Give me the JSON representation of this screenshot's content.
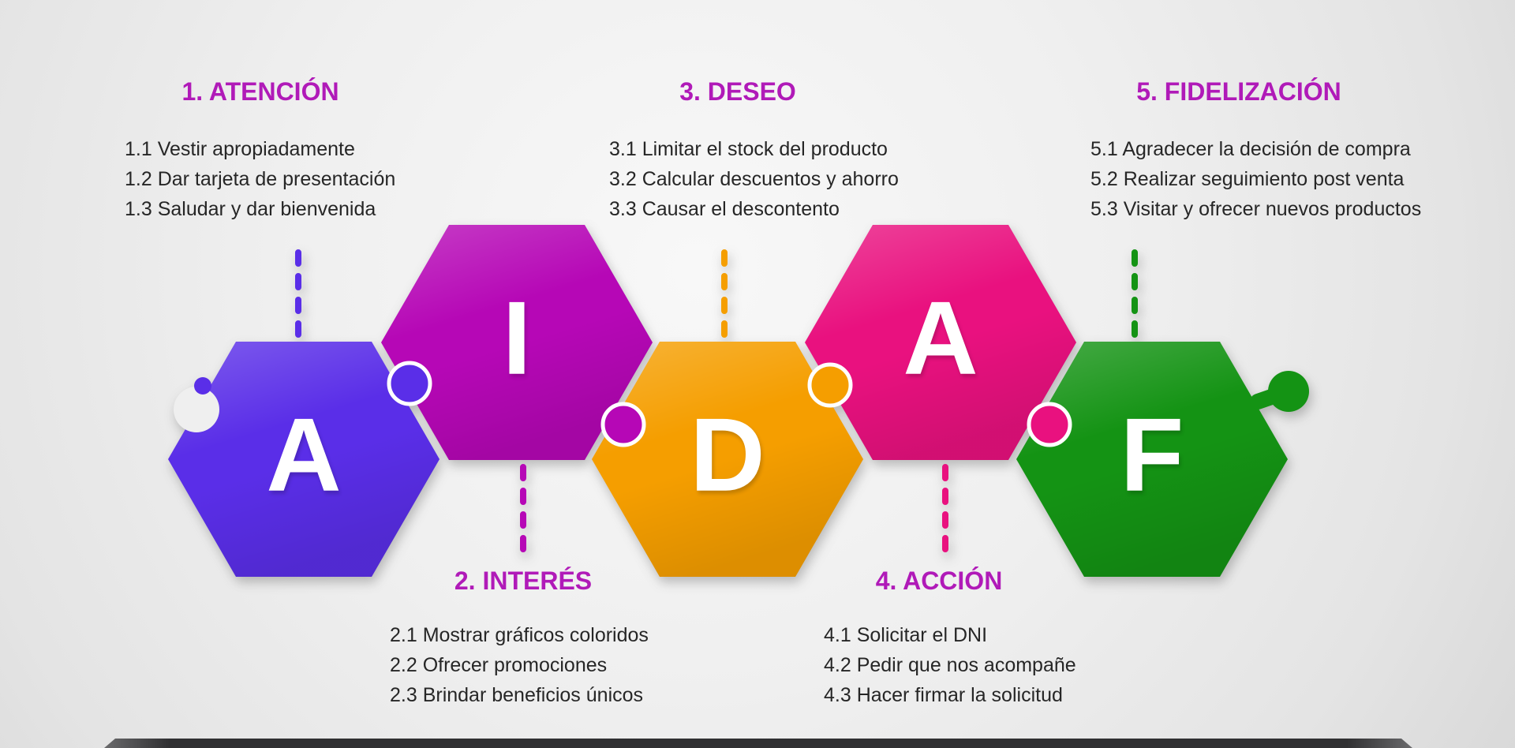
{
  "title": "AIDAF sales process puzzle diagram",
  "colors": {
    "background": "#efefef",
    "heading_text": "#b01ab8",
    "item_text": "#262626",
    "letter_text": "#ffffff",
    "bottom_bar": "#303032"
  },
  "sections": [
    {
      "heading": "1. ATENCIÓN",
      "items": [
        "1.1 Vestir apropiadamente",
        "1.2 Dar tarjeta de presentación",
        "1.3 Saludar y dar bienvenida"
      ]
    },
    {
      "heading": "2. INTERÉS",
      "items": [
        "2.1 Mostrar gráficos coloridos",
        "2.2 Ofrecer promociones",
        "2.3 Brindar beneficios únicos"
      ]
    },
    {
      "heading": "3. DESEO",
      "items": [
        "3.1 Limitar el stock del producto",
        "3.2 Calcular descuentos y ahorro",
        "3.3 Causar el descontento"
      ]
    },
    {
      "heading": "4. ACCIÓN",
      "items": [
        "4.1 Solicitar el DNI",
        "4.2 Pedir que nos acompañe",
        "4.3 Hacer firmar la solicitud"
      ]
    },
    {
      "heading": "5. FIDELIZACIÓN",
      "items": [
        "5.1 Agradecer la decisión de compra",
        "5.2 Realizar seguimiento post venta",
        "5.3 Visitar y ofrecer nuevos productos"
      ]
    }
  ],
  "hexagons": [
    {
      "letter": "A",
      "color": "#5a2ee8"
    },
    {
      "letter": "I",
      "color": "#b607b6"
    },
    {
      "letter": "D",
      "color": "#f59e00"
    },
    {
      "letter": "A",
      "color": "#e9117f"
    },
    {
      "letter": "F",
      "color": "#149314"
    }
  ]
}
